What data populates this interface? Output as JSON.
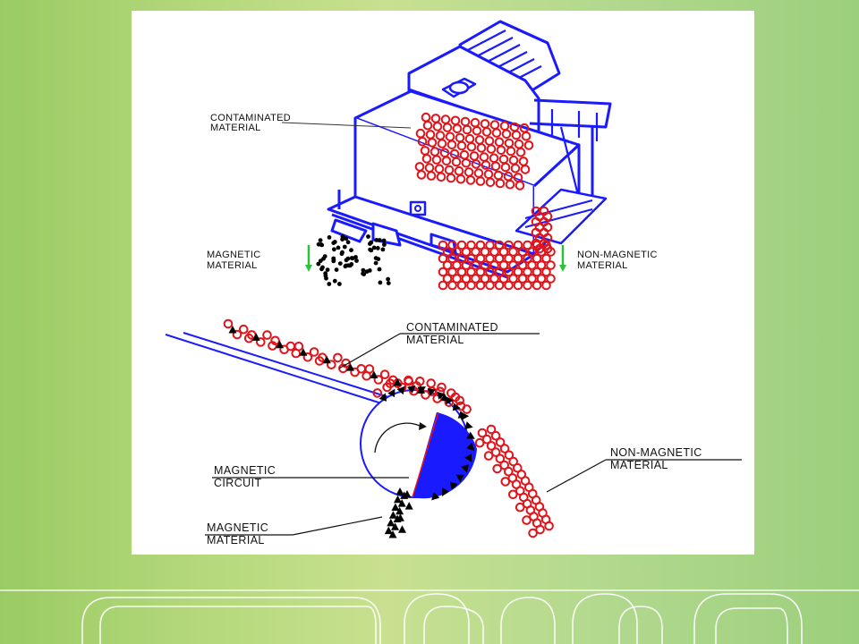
{
  "figure": {
    "top_labels": {
      "contaminated": [
        "CONTAMINATED",
        "MATERIAL"
      ],
      "magnetic": [
        "MAGNETIC",
        "MATERIAL"
      ],
      "non_magnetic": [
        "NON-MAGNETIC",
        "MATERIAL"
      ]
    },
    "bottom_labels": {
      "contaminated": [
        "CONTAMINATED",
        "MATERIAL"
      ],
      "non_magnetic": [
        "NON-MAGNETIC",
        "MATERIAL"
      ],
      "circuit": [
        "MAGNETIC",
        "CIRCUIT"
      ],
      "magnetic": [
        "MAGNETIC",
        "MATERIAL"
      ]
    }
  },
  "colors": {
    "machine_blue": "#1a1aff",
    "nonmagnetic_red": "#e0141b",
    "magnetic_black": "#000000",
    "arrow_green": "#2fbf3a",
    "panel_white": "#ffffff"
  }
}
